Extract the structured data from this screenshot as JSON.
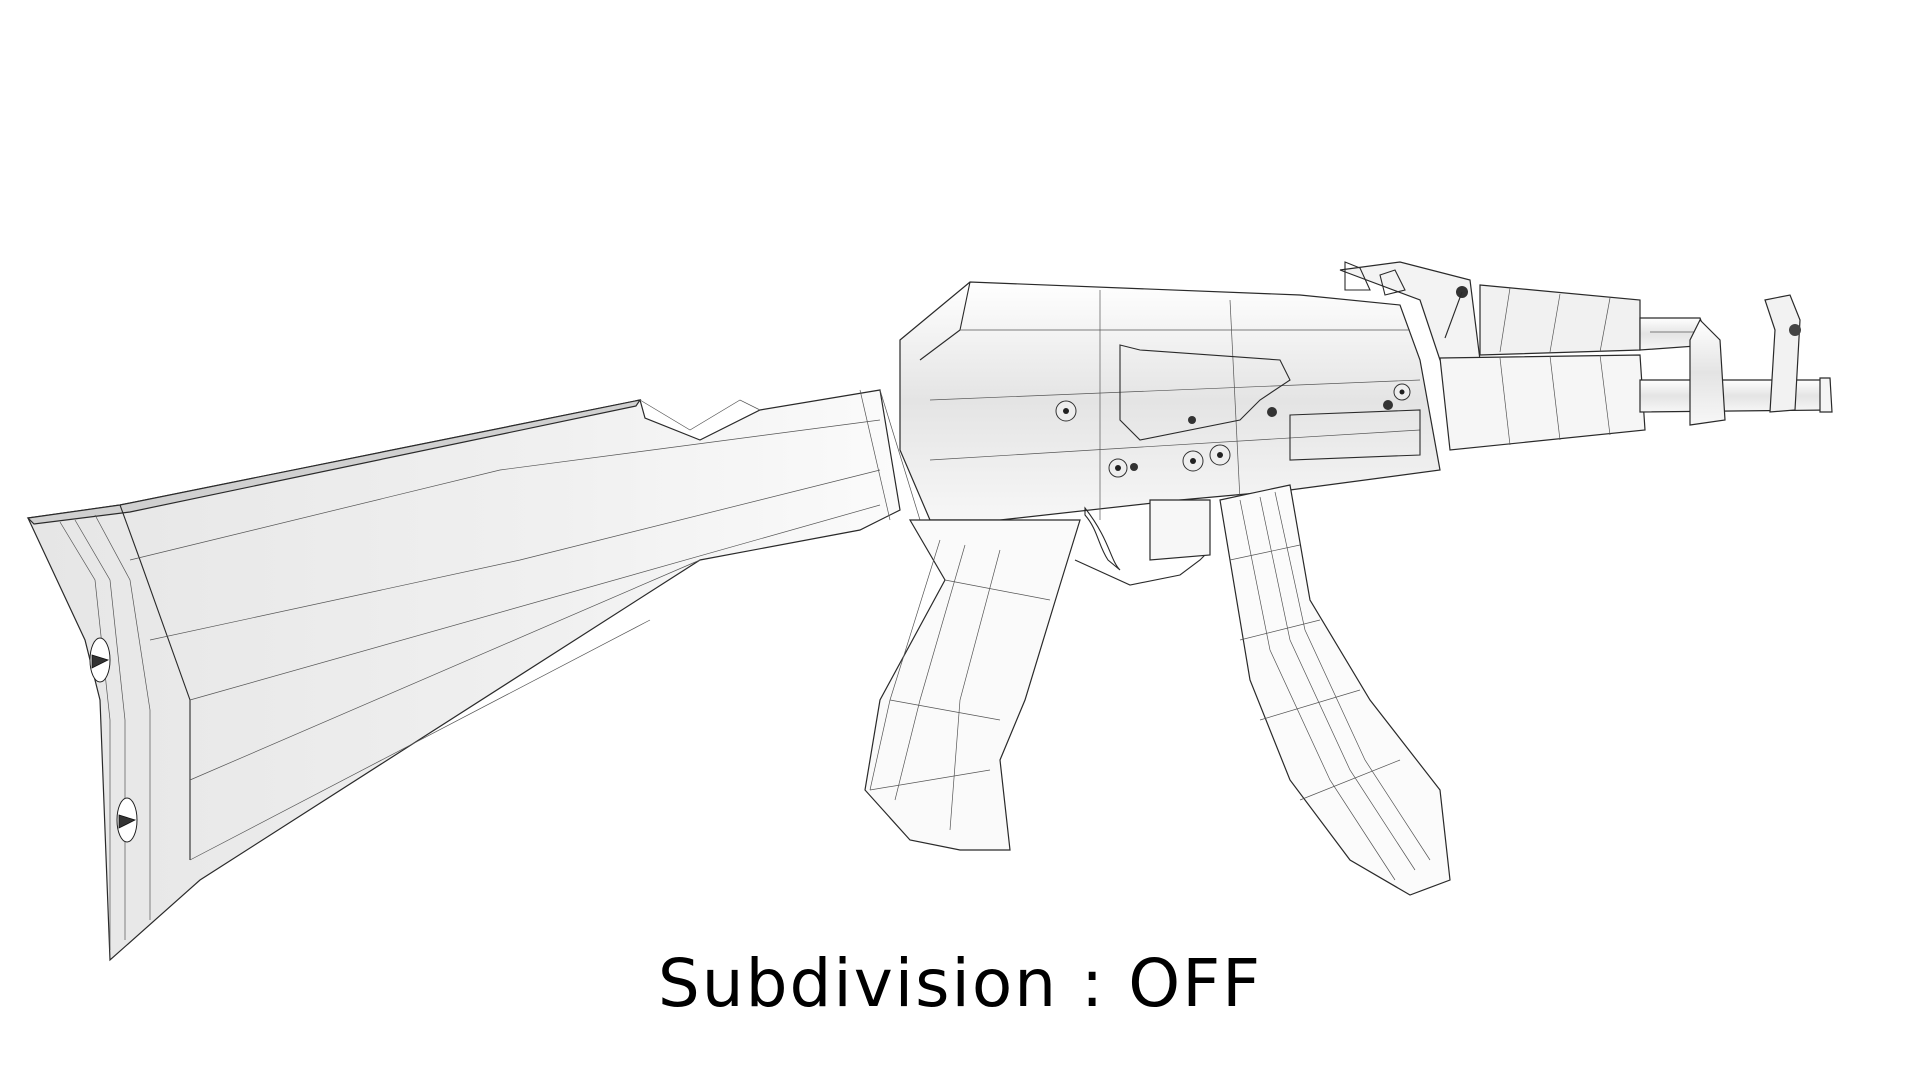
{
  "render": {
    "subject": "rifle wireframe model",
    "caption": "Subdivision : OFF",
    "subdivision_setting": "OFF",
    "background_color": "#ffffff",
    "line_color": "#2a2a2a",
    "text_color": "#000000"
  }
}
